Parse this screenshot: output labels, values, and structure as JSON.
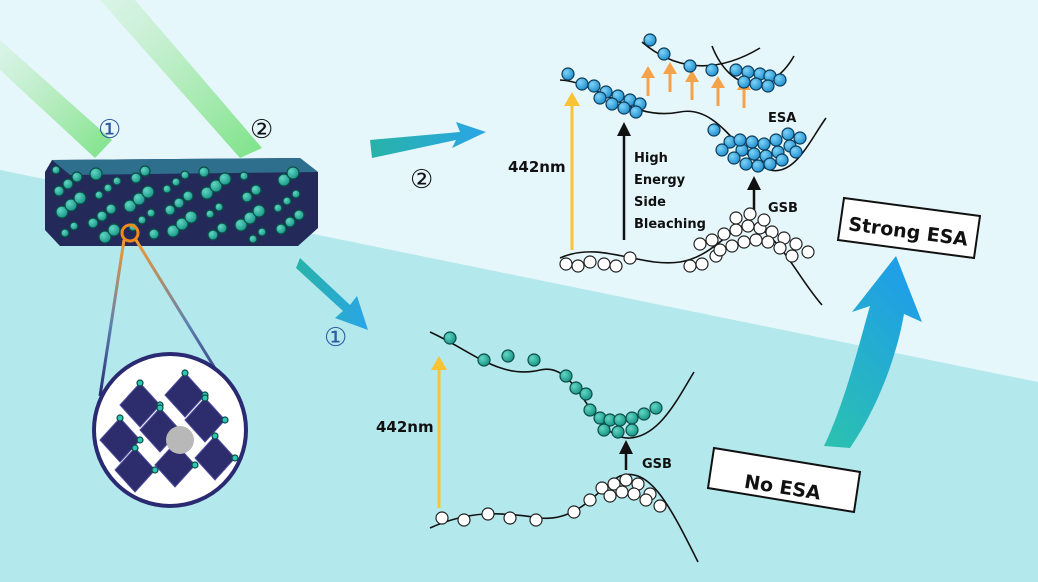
{
  "labels": {
    "path1": "①",
    "path2": "②",
    "wavelength": "442nm",
    "hesb": [
      "High",
      "Energy",
      "Side",
      "Bleaching"
    ],
    "esa": "ESA",
    "gsb": "GSB"
  },
  "boxes": {
    "strong": "Strong ESA",
    "none": "No ESA"
  },
  "colors": {
    "background_upper": "#e6f7fb",
    "background_lower": "#b3e8ed",
    "excited_electron": "#2ea8df",
    "relaxed_electron": "#25b0a2",
    "pump_arrow": "#f8c334",
    "esa_arrow": "#f6a24a",
    "crystal": "#2d2d6e",
    "beam": "#8ee08a",
    "number_blue": "#2f5a9e"
  },
  "icons": {
    "nanocrystal": "nanoplatelet-icon",
    "perovskite": "perovskite-octahedra-icon"
  }
}
